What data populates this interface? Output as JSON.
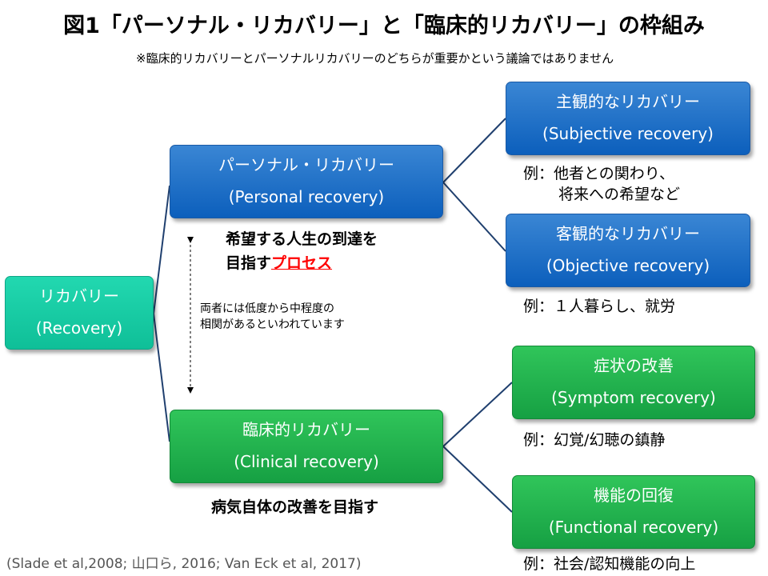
{
  "title": "図1「パーソナル・リカバリー」と「臨床的リカバリー」の枠組み",
  "subtitle": "※臨床的リカバリーとパーソナルリカバリーのどちらが重要かという議論ではありません",
  "root": {
    "label": "リカバリー",
    "sublabel": "(Recovery)"
  },
  "personal": {
    "label": "パーソナル・リカバリー",
    "sublabel": "(Personal recovery)"
  },
  "clinical": {
    "label": "臨床的リカバリー",
    "sublabel": "(Clinical recovery)"
  },
  "subjective": {
    "label": "主観的なリカバリー",
    "sublabel": "(Subjective recovery)",
    "example_line1": "例：他者との関わり、",
    "example_line2": "将来への希望など"
  },
  "objective": {
    "label": "客観的なリカバリー",
    "sublabel": "(Objective recovery)",
    "example": "例：１人暮らし、就労"
  },
  "symptom": {
    "label": "症状の改善",
    "sublabel": "(Symptom recovery)",
    "example": "例：幻覚/幻聴の鎮静"
  },
  "functional": {
    "label": "機能の回復",
    "sublabel": "(Functional recovery)",
    "example": "例：社会/認知機能の向上"
  },
  "personal_goal": {
    "line1": "希望する人生の到達を",
    "line2_prefix": "目指す",
    "line2_accent": "プロセス"
  },
  "clinical_goal": "病気自体の改善を目指す",
  "correlation_note": {
    "line1": "両者には低度から中程度の",
    "line2": "相関があるといわれています"
  },
  "citation": "(Slade et al,2008;  山口ら, 2016;  Van Eck et al, 2017)",
  "colors": {
    "blue": "#0c5fbc",
    "green": "#16a043",
    "teal": "#0fbf98",
    "line": "#1f3f6e",
    "accent": "#ff0000"
  }
}
